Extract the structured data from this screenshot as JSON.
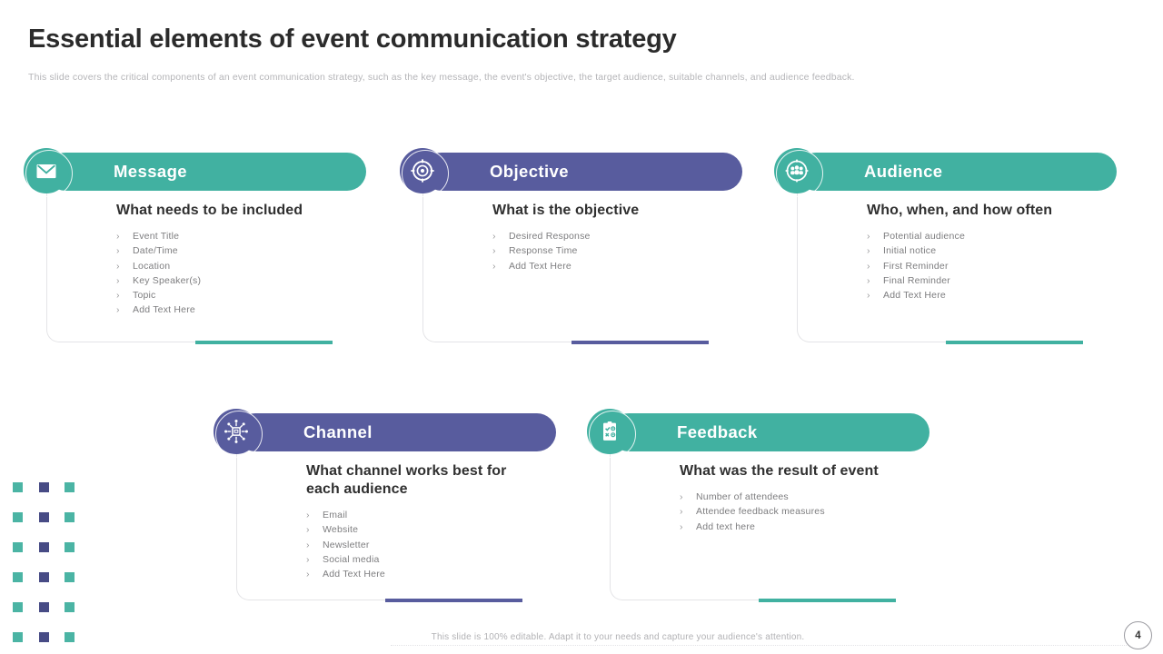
{
  "slide": {
    "title": "Essential elements of event communication strategy",
    "subtitle": "This slide covers the critical components of an event communication strategy, such as the key message, the event's objective, the target audience, suitable channels, and audience feedback.",
    "footer_note": "This slide is 100% editable.  Adapt it to your needs and capture your audience's attention.",
    "page_number": "4"
  },
  "bullet_char": "›",
  "colors": {
    "teal": "#41B1A1",
    "purple": "#585C9E",
    "dot_teal": "#4BB4A4",
    "dot_purple": "#474B85",
    "heading_text": "#303030",
    "body_text": "#7D7D7F"
  },
  "cards": [
    {
      "label": "Message",
      "icon": "envelope-icon",
      "theme": "teal",
      "heading": "What needs to be included",
      "items": [
        "Event Title",
        "Date/Time",
        "Location",
        "Key Speaker(s)",
        "Topic",
        "Add Text Here"
      ]
    },
    {
      "label": "Objective",
      "icon": "target-icon",
      "theme": "purple",
      "heading": "What is the objective",
      "items": [
        "Desired Response",
        "Response Time",
        "Add Text Here"
      ]
    },
    {
      "label": "Audience",
      "icon": "audience-group-icon",
      "theme": "teal",
      "heading": "Who, when, and how often",
      "items": [
        "Potential audience",
        "Initial notice",
        "First Reminder",
        "Final Reminder",
        "Add Text Here"
      ]
    },
    {
      "label": "Channel",
      "icon": "network-hub-icon",
      "theme": "purple",
      "heading": "What channel works best for each audience",
      "items": [
        "Email",
        "Website",
        "Newsletter",
        "Social media",
        "Add Text Here"
      ]
    },
    {
      "label": "Feedback",
      "icon": "clipboard-checklist-icon",
      "theme": "teal",
      "heading": "What was the result of event",
      "items": [
        "Number of attendees",
        "Attendee feedback measures",
        "Add text here"
      ]
    }
  ],
  "decoration": {
    "dot_grid": {
      "rows": 6,
      "columns": [
        "teal",
        "purple",
        "teal"
      ]
    }
  }
}
